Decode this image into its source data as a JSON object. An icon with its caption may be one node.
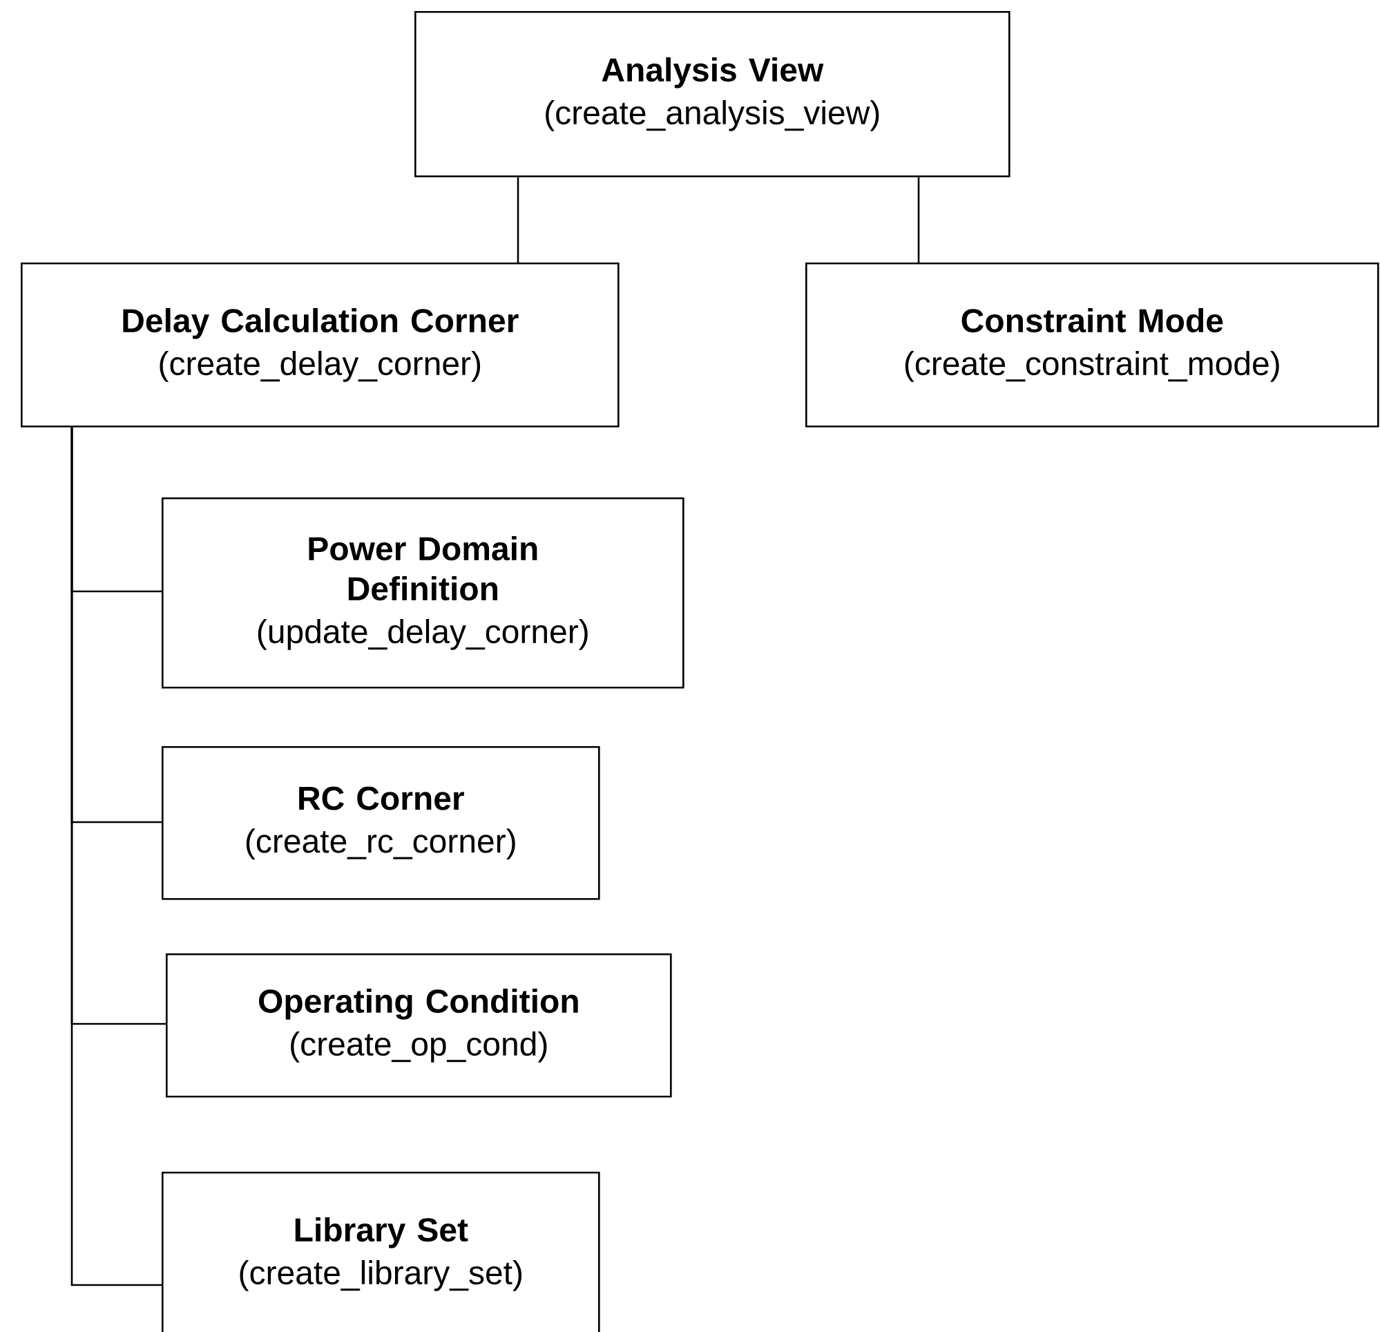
{
  "diagram": {
    "nodes": [
      {
        "text": [
          "Analysis View",
          "(create_analysis_view)"
        ]
      },
      {
        "text": [
          "Delay Calculation Corner",
          "(create_delay_corner)"
        ]
      },
      {
        "text": [
          "Constraint Mode",
          "(create_constraint_mode)"
        ]
      },
      {
        "text": [
          "Power Domain Definition",
          "(update_delay_corner)"
        ]
      },
      {
        "text": [
          "RC Corner",
          "(create_rc_corner)"
        ]
      },
      {
        "text": [
          "Operating Condition",
          "(create_op_cond)"
        ]
      },
      {
        "text": [
          "Library Set",
          "(create_library_set)"
        ]
      }
    ],
    "edges": [
      {
        "from": 0,
        "to": 1,
        "arrow": "none"
      },
      {
        "from": 0,
        "to": 2,
        "arrow": "none"
      },
      {
        "from": 1,
        "to": 3,
        "arrow": "none"
      },
      {
        "from": 1,
        "to": 4,
        "arrow": "none"
      },
      {
        "from": 1,
        "to": 5,
        "arrow": "none"
      },
      {
        "from": 1,
        "to": 6,
        "arrow": "none"
      }
    ]
  }
}
